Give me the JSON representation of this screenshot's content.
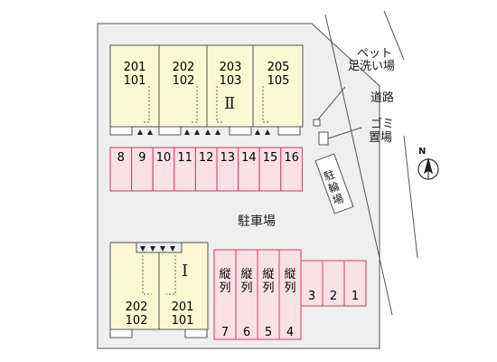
{
  "colors": {
    "lot": "#efefef",
    "building": "#fbf8d2",
    "parking_fill": "#fbe1e7",
    "parking_stroke": "#d03a5a",
    "line": "#555555"
  },
  "building_ii": {
    "label": "Ⅱ",
    "units": [
      {
        "upper": "201",
        "lower": "101"
      },
      {
        "upper": "202",
        "lower": "102"
      },
      {
        "upper": "203",
        "lower": "103"
      },
      {
        "upper": "205",
        "lower": "105"
      }
    ]
  },
  "building_i": {
    "label": "Ⅰ",
    "units": [
      {
        "upper": "202",
        "lower": "102"
      },
      {
        "upper": "201",
        "lower": "101"
      }
    ]
  },
  "parking_top": [
    "8",
    "9",
    "10",
    "11",
    "12",
    "13",
    "14",
    "15",
    "16"
  ],
  "parking_bottom_vertical": [
    {
      "text": "縦列",
      "number": "7"
    },
    {
      "text": "縦列",
      "number": "6"
    },
    {
      "text": "縦列",
      "number": "5"
    },
    {
      "text": "縦列",
      "number": "4"
    }
  ],
  "parking_bottom_small": [
    "3",
    "2",
    "1"
  ],
  "labels": {
    "parking_lot": "駐車場",
    "road": "道路",
    "pet_wash_line1": "ペット",
    "pet_wash_line2": "足洗い場",
    "garbage_line1": "ゴミ",
    "garbage_line2": "置場",
    "bicycle": "駐輪場",
    "north": "N"
  },
  "icons": {
    "entrance_markers": "triangle-down-icon",
    "compass": "north-arrow-icon"
  }
}
